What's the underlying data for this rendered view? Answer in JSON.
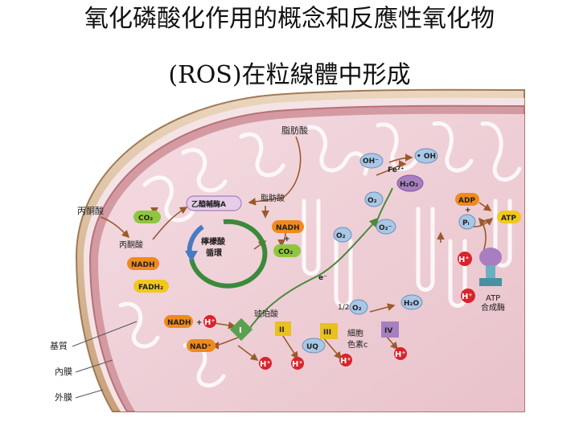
{
  "title": {
    "line1": "氧化磷酸化作用的概念和反應性氧化物",
    "line2": "(ROS)在粒線體中形成"
  },
  "labels": {
    "fatty_acid_top": "脂肪酸",
    "pyruvate_outer": "丙酮酸",
    "pyruvate_inner": "丙酮酸",
    "acetyl_coa": "乙醯輔酶A",
    "fatty_acid_mid": "脂肪酸",
    "citric_cycle_1": "檸檬酸",
    "citric_cycle_2": "循環",
    "succinate": "琥珀酸",
    "cytochrome_c_1": "細胞",
    "cytochrome_c_2": "色素c",
    "atp_synthase_1": "ATP",
    "atp_synthase_2": "合成酶",
    "matrix": "基質",
    "inner_membrane": "內膜",
    "outer_membrane": "外膜",
    "plus": "+",
    "half": "1/2"
  },
  "molecules": {
    "co2": "CO₂",
    "nadh": "NADH",
    "fadh2": "FADH₂",
    "nad_plus": "NAD⁺",
    "h_plus": "H⁺",
    "oh_minus": "OH⁻",
    "oh_radical": "• OH",
    "fe2": "Fe²⁺",
    "h2o2": "H₂O₂",
    "o2": "O₂",
    "o2_minus": "O₂⁻",
    "e_minus": "e⁻",
    "h2o": "H₂O",
    "adp": "ADP",
    "pi": "Pᵢ",
    "atp": "ATP",
    "uq": "UQ"
  },
  "complexes": [
    "I",
    "II",
    "III",
    "IV"
  ],
  "colors": {
    "outer_membrane": "#e2c8a8",
    "inner_membrane": "#c98a90",
    "matrix": "#f0d2d8",
    "intermembrane": "#f3e0e4",
    "co2_green": "#8fc63f",
    "nadh_orange": "#f08a1c",
    "fadh_yellow": "#f2c81a",
    "h_red": "#d8242a",
    "o2_blue": "#a9c7e6",
    "complex_green": "#5aa050",
    "complex_yellow": "#e8c020",
    "purple": "#a77fc0",
    "arrow_brown": "#9a5a2a"
  }
}
